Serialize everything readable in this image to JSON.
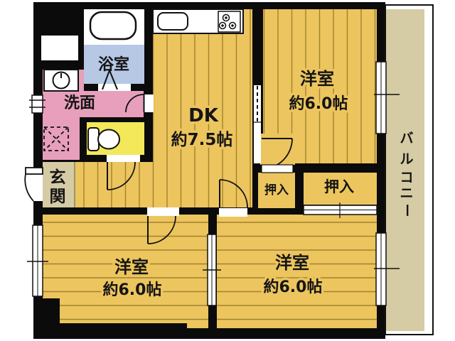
{
  "floorplan": {
    "type": "apartment-floor-plan",
    "labels": {
      "dk": {
        "name": "DK",
        "size": "約7.5帖"
      },
      "bedroom_top_right": {
        "name": "洋室",
        "size": "約6.0帖"
      },
      "bedroom_bottom_left": {
        "name": "洋室",
        "size": "約6.0帖"
      },
      "bedroom_bottom_right": {
        "name": "洋室",
        "size": "約6.0帖"
      },
      "bathroom": {
        "name": "浴室"
      },
      "washroom": {
        "name": "洗面"
      },
      "entrance": {
        "name": "玄関",
        "chars": [
          "玄",
          "関"
        ]
      },
      "closet_small": {
        "name": "押入"
      },
      "closet_large": {
        "name": "押入"
      },
      "balcony": {
        "name": "バルコニー",
        "chars": [
          "バ",
          "ル",
          "コ",
          "ニ",
          "ー"
        ]
      }
    },
    "fixtures": [
      "bathtub",
      "kitchen-sink",
      "stove",
      "washing-machine",
      "toilet",
      "laundry-pan"
    ],
    "colors": {
      "wall": "#0b0b0b",
      "wood_floor": "#ecc55e",
      "wood_stripe": "#a3812e",
      "balcony_floor": "#d5cba4",
      "entrance_floor": "#d5cba4",
      "bathroom": "#b6c8e4",
      "washroom": "#e79fbc",
      "toilet": "#f2e85a",
      "fixture_white": "#ffffff"
    }
  }
}
